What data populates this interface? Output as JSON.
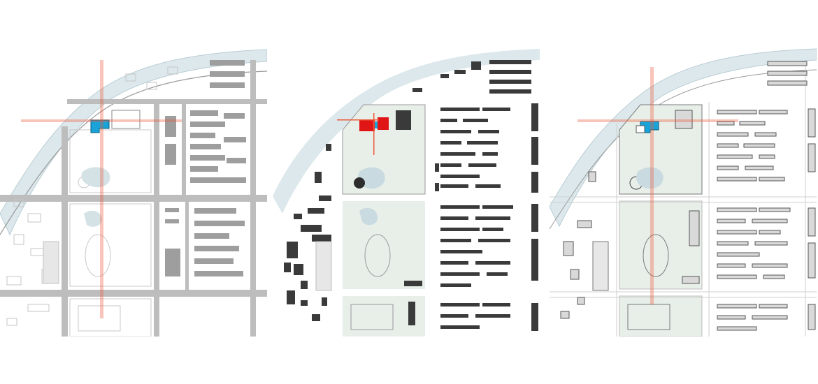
{
  "figure": {
    "panel_count": 3,
    "panels": [
      {
        "id": "panel-1",
        "style": "road-network",
        "road_color": "#bdbdbd",
        "building_color": "#9e9e9e"
      },
      {
        "id": "panel-2",
        "style": "figure-ground",
        "building_color": "#3a3a3a",
        "highlight_color": "#e01515"
      },
      {
        "id": "panel-3",
        "style": "outline-plan",
        "building_color": "#d9d9d9",
        "building_stroke": "#555555"
      }
    ]
  },
  "colors": {
    "river": "#dce8ec",
    "river_edge": "#b9cdd4",
    "axis": "#ee5a3a",
    "site_blue": "#1aa3d9",
    "campus_fill": "#e8efe9",
    "highlight_red": "#e01515"
  }
}
